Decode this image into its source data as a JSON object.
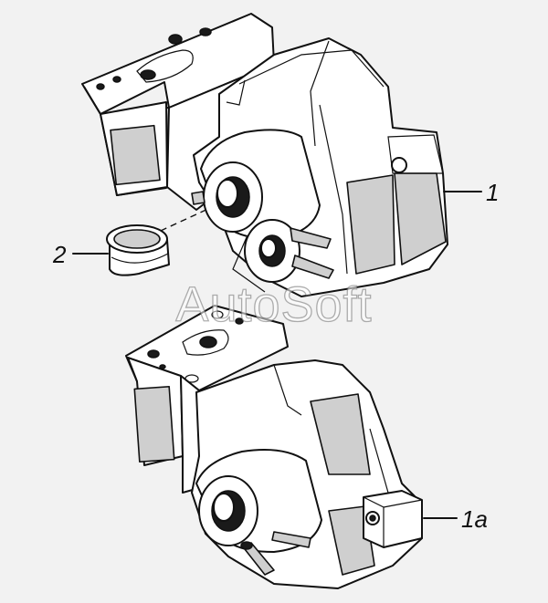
{
  "callouts": [
    {
      "id": "part-1",
      "label": "1"
    },
    {
      "id": "part-2",
      "label": "2"
    },
    {
      "id": "part-1a",
      "label": "1a"
    }
  ],
  "watermark": "AutoSoft"
}
